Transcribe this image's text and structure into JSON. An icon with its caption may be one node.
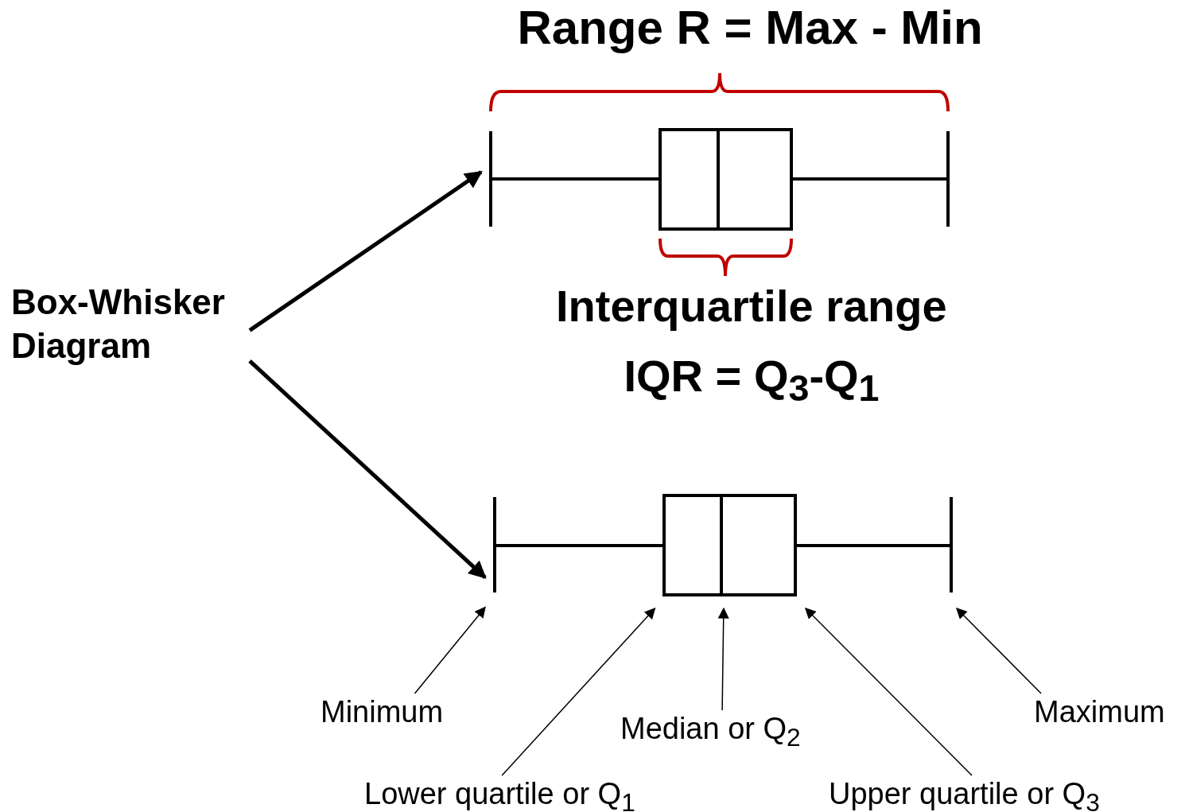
{
  "diagram": {
    "nodes": [
      {
        "text": [
          "Box-Whisker Diagram"
        ]
      },
      {
        "text": [],
        "shape": "picture"
      },
      {
        "text": [],
        "shape": "picture"
      },
      {
        "text": [
          "Minimum"
        ]
      },
      {
        "text": [
          "Median or Q$_{2}$"
        ]
      },
      {
        "text": [
          "Lower quartile or Q$_{1}$"
        ]
      },
      {
        "text": [
          "Upper quartile or Q$_{3}$"
        ]
      },
      {
        "text": [
          "Maximum"
        ]
      }
    ],
    "edges": [
      {
        "from": 0,
        "to": 1,
        "arrow": "to",
        "style": "thick"
      },
      {
        "from": 0,
        "to": 2,
        "arrow": "to",
        "style": "thick"
      },
      {
        "from": 3,
        "to": 2,
        "arrow": "to"
      },
      {
        "from": 4,
        "to": 2,
        "arrow": "to"
      },
      {
        "from": 5,
        "to": 2,
        "arrow": "to"
      },
      {
        "from": 6,
        "to": 2,
        "arrow": "to"
      },
      {
        "from": 7,
        "to": 2,
        "arrow": "to"
      }
    ],
    "labels": [
      "Range R = Max - Min",
      "Interquartile range",
      "IQR = Q$_{3}$-Q$_{1}$"
    ]
  }
}
